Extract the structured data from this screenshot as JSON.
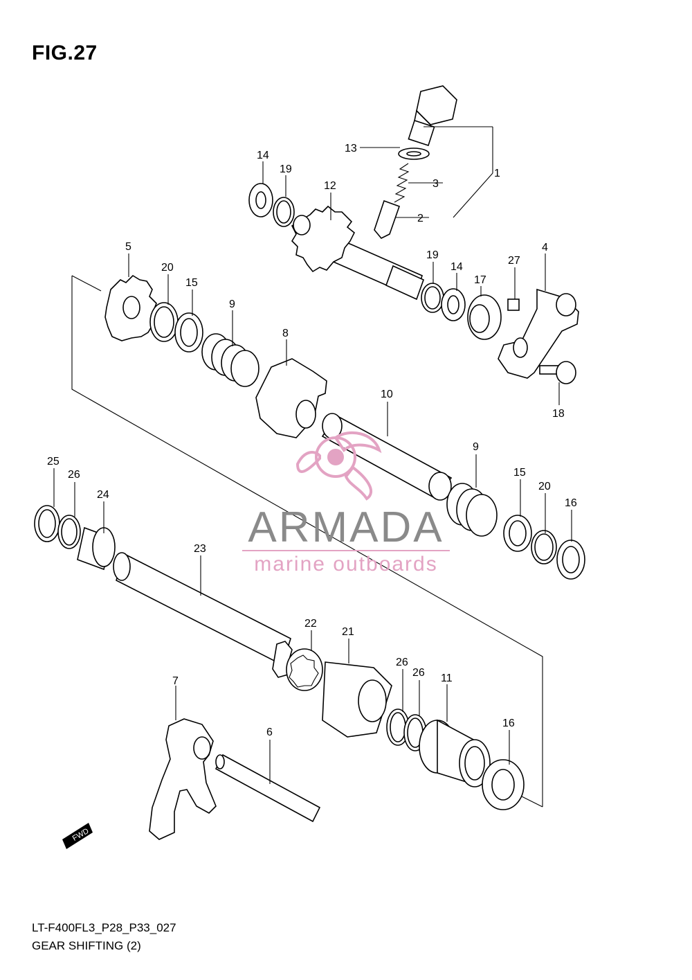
{
  "figure": {
    "title": "FIG.27",
    "diagram_code": "LT-F400FL3_P28_P33_027",
    "diagram_name": "GEAR SHIFTING (2)"
  },
  "watermark": {
    "brand": "ARMADA",
    "tagline": "marine outboards",
    "brand_color": "#8a8a8a",
    "accent_color": "#e3a3c3"
  },
  "fwd_badge": "FWD",
  "callouts": [
    "1",
    "2",
    "3",
    "4",
    "5",
    "6",
    "7",
    "8",
    "9",
    "9",
    "10",
    "11",
    "12",
    "13",
    "14",
    "14",
    "15",
    "15",
    "16",
    "16",
    "17",
    "18",
    "19",
    "19",
    "20",
    "20",
    "21",
    "22",
    "23",
    "24",
    "25",
    "26",
    "26",
    "26",
    "27"
  ]
}
